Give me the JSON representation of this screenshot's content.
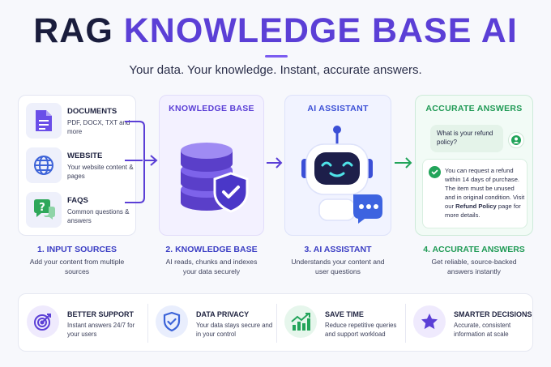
{
  "header": {
    "title_dark": "RAG",
    "title_accent": "KNOWLEDGE BASE AI",
    "subtitle": "Your data. Your knowledge. Instant, accurate answers."
  },
  "sources": [
    {
      "title": "DOCUMENTS",
      "desc": "PDF, DOCX, TXT and more",
      "icon": "document-icon"
    },
    {
      "title": "WEBSITE",
      "desc": "Your website content & pages",
      "icon": "globe-icon"
    },
    {
      "title": "FAQS",
      "desc": "Common questions & answers",
      "icon": "question-bubble-icon"
    }
  ],
  "cards": {
    "kb_head": "KNOWLEDGE BASE",
    "ai_head": "AI ASSISTANT",
    "answers_head": "ACCURATE ANSWERS"
  },
  "chat": {
    "question": "What is your refund policy?",
    "answer_pre": "You can request a refund within 14 days of purchase. The item must be unused and in original condition. Visit our",
    "answer_link": "Refund Policy",
    "answer_post": "page for more details."
  },
  "steps": [
    {
      "label": "1. INPUT SOURCES",
      "desc": "Add your content from multiple sources"
    },
    {
      "label": "2. KNOWLEDGE BASE",
      "desc": "AI reads, chunks and indexes your data securely"
    },
    {
      "label": "3. AI ASSISTANT",
      "desc": "Understands your content and user questions"
    },
    {
      "label": "4. ACCURATE ANSWERS",
      "desc": "Get reliable, source-backed answers instantly"
    }
  ],
  "features": [
    {
      "title": "BETTER SUPPORT",
      "desc": "Instant answers 24/7 for your users",
      "icon": "target-icon"
    },
    {
      "title": "DATA PRIVACY",
      "desc": "Your data stays secure and in your control",
      "icon": "shield-check-icon"
    },
    {
      "title": "SAVE TIME",
      "desc": "Reduce repetitive queries and support workload",
      "icon": "growth-chart-icon"
    },
    {
      "title": "SMARTER DECISIONS",
      "desc": "Accurate, consistent information at scale",
      "icon": "star-icon"
    }
  ],
  "colors": {
    "accent": "#5b3fd6",
    "blue": "#3b4fd6",
    "green": "#1f9a55"
  }
}
